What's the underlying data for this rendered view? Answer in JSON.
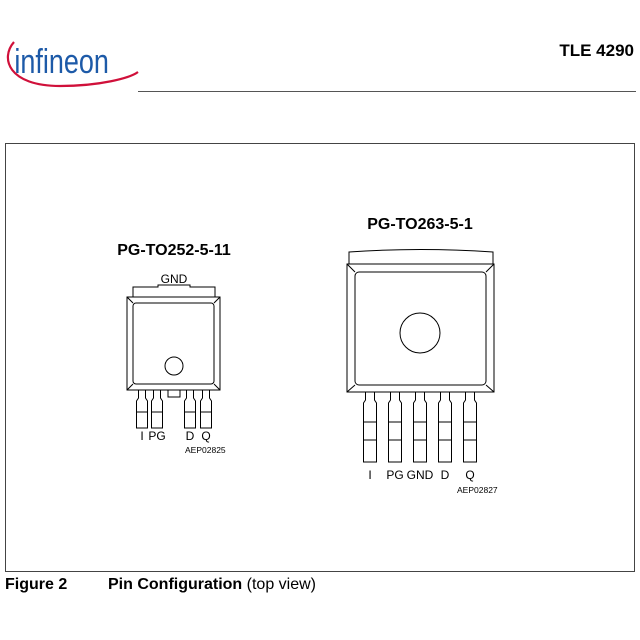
{
  "header": {
    "logo_text": "infineon",
    "doc_title": "TLE 4290"
  },
  "figure": {
    "packages": [
      {
        "name": "PG-TO252-5-11",
        "tab_label": "GND",
        "pins": [
          "I",
          "PG",
          "D",
          "Q"
        ],
        "drawing_code": "AEP02825"
      },
      {
        "name": "PG-TO263-5-1",
        "pins": [
          "I",
          "PG",
          "GND",
          "D",
          "Q"
        ],
        "drawing_code": "AEP02827"
      }
    ]
  },
  "caption": {
    "number": "Figure 2",
    "title": "Pin Configuration",
    "suffix": "(top view)"
  },
  "colors": {
    "logo_blue": "#1d5aa8",
    "logo_red": "#d0103a"
  }
}
